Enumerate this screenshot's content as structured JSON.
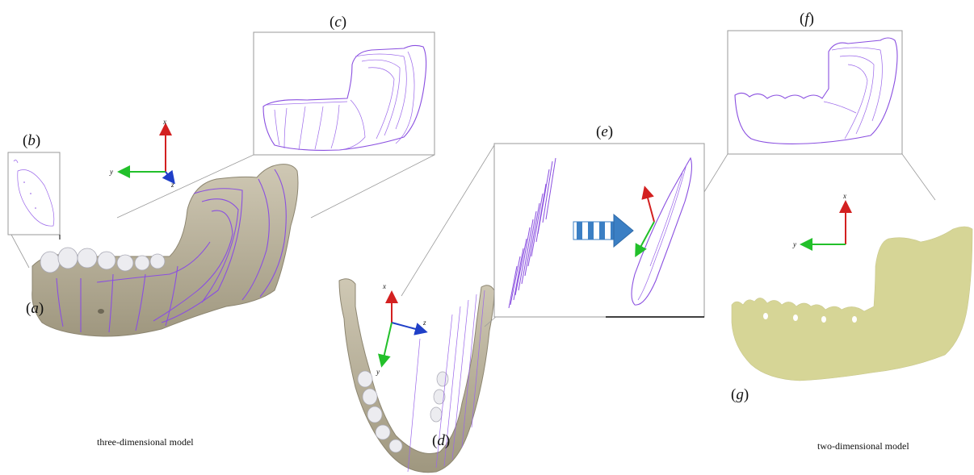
{
  "labels": {
    "a": "(a)",
    "b": "(b)",
    "c": "(c)",
    "d": "(d)",
    "e": "(e)",
    "f": "(f)",
    "g": "(g)"
  },
  "captions": {
    "left": "three-dimensional model",
    "right": "two-dimensional model"
  },
  "axes": {
    "x": "x",
    "y": "y",
    "z": "z"
  },
  "colors": {
    "bone": "#b9b19c",
    "teeth": "#e8e8ec",
    "contour": "#8a4fe0",
    "model2d": "#d6d596",
    "axis_x": "#d32020",
    "axis_y": "#22c02a",
    "axis_z": "#1f3fc8",
    "arrow_fill": "#3b7fc4"
  }
}
